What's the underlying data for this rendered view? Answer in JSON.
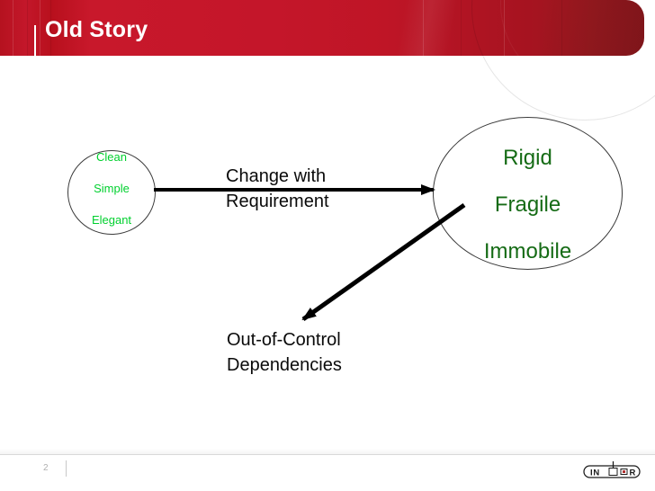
{
  "slide": {
    "title": "Old Story",
    "page_number": "2",
    "theme": {
      "header_red": "#C4162A",
      "header_red_dark": "#97191F",
      "title_color": "#FFFFFF",
      "bright_green": "#00D02E",
      "dark_green": "#156B15",
      "stroke_black": "#000000",
      "logo_red": "#B03030"
    }
  },
  "diagram": {
    "left_oval": {
      "name": "good-design-oval",
      "words": [
        "Clean",
        "Simple",
        "Elegant"
      ]
    },
    "right_oval": {
      "name": "bad-design-oval",
      "words": [
        "Rigid",
        "Fragile",
        "Immobile"
      ]
    },
    "arrow_horizontal": {
      "name": "change-with-requirement-arrow",
      "label_line1": "Change with",
      "label_line2": "Requirement"
    },
    "arrow_diagonal": {
      "name": "out-of-control-dependencies-arrow",
      "label_line1": "Out-of-Control",
      "label_line2": "Dependencies"
    }
  },
  "footer": {
    "logo_text": "INFOR",
    "logo_name": "infor-logo"
  }
}
